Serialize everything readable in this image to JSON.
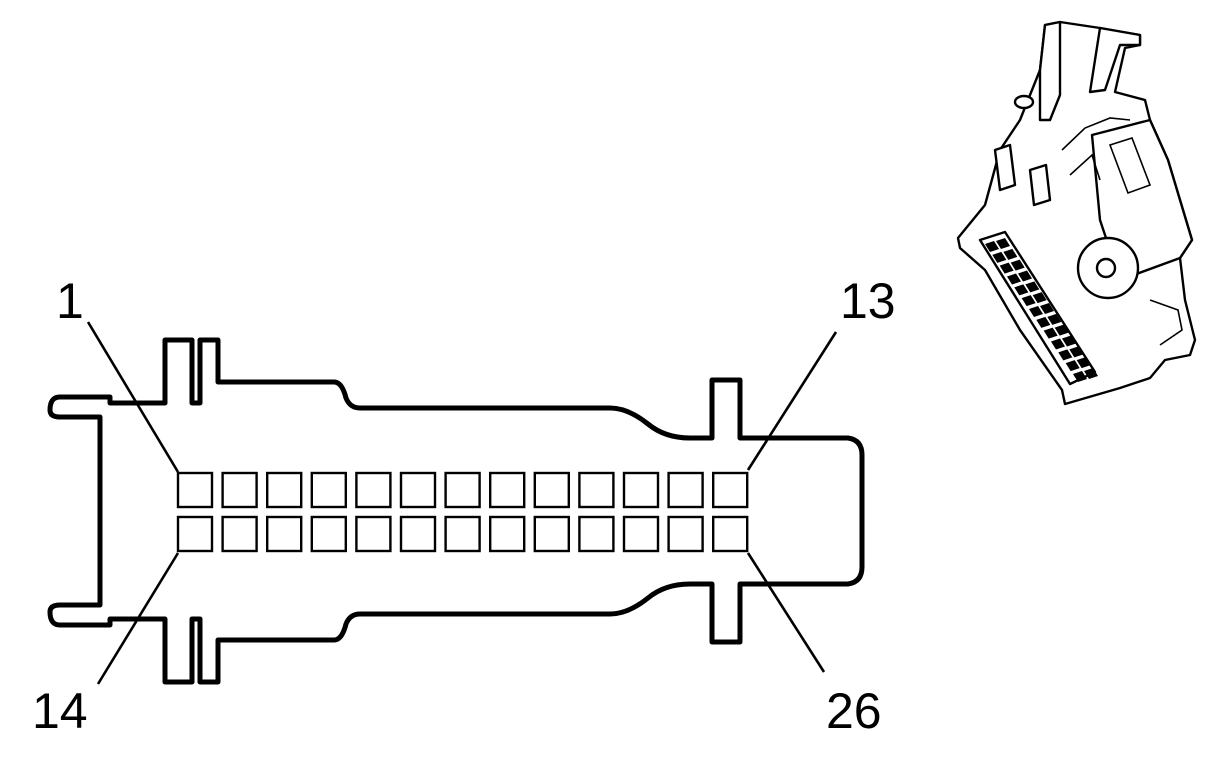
{
  "connector_face": {
    "rows": 2,
    "columns": 13
  },
  "pin_labels": {
    "top_left": "1",
    "top_right": "13",
    "bottom_left": "14",
    "bottom_right": "26"
  },
  "colors": {
    "line": "#000000",
    "background": "#ffffff"
  }
}
